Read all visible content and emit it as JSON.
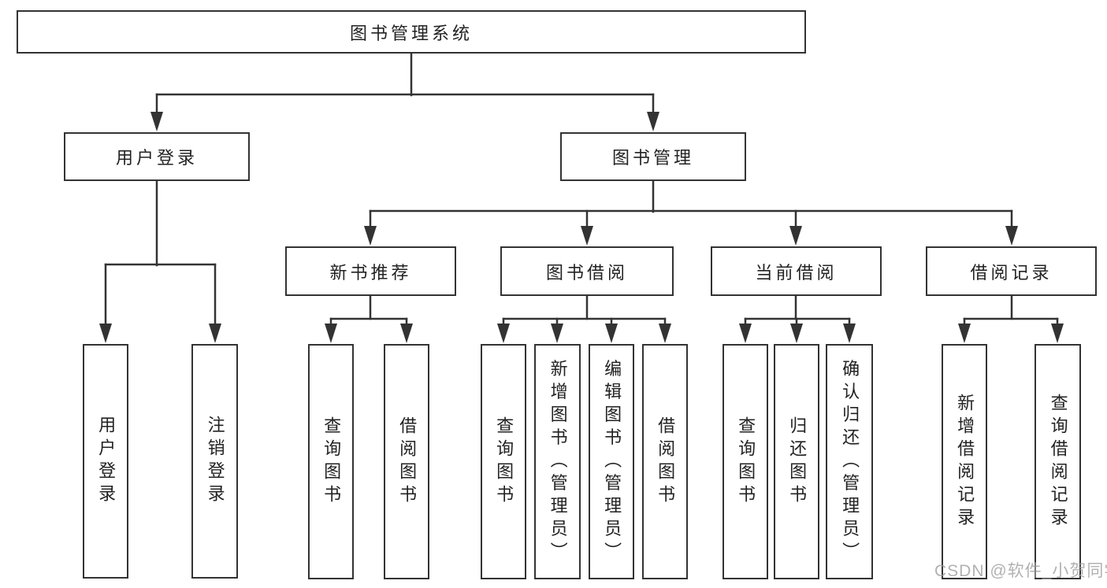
{
  "nodes": {
    "root": "图书管理系统",
    "user_login": "用户登录",
    "book_management": "图书管理",
    "new_book_recommend": "新书推荐",
    "book_borrowing": "图书借阅",
    "current_borrowing": "当前借阅",
    "borrowing_records": "借阅记录",
    "login_user_login": "用户登录",
    "login_logout": "注销登录",
    "recommend_query_books": "查询图书",
    "recommend_borrow_books": "借阅图书",
    "borrowing_query_books": "查询图书",
    "borrowing_add_books": "新增图书（管理员）",
    "borrowing_edit_books": "编辑图书（管理员）",
    "borrowing_borrow_books": "借阅图书",
    "current_query_books": "查询图书",
    "current_return_books": "归还图书",
    "current_confirm_return": "确认归还（管理员）",
    "records_add_record": "新增借阅记录",
    "records_query_record": "查询借阅记录"
  },
  "hierarchy": {
    "图书管理系统": {
      "用户登录": [
        "用户登录",
        "注销登录"
      ],
      "图书管理": {
        "新书推荐": [
          "查询图书",
          "借阅图书"
        ],
        "图书借阅": [
          "查询图书",
          "新增图书（管理员）",
          "编辑图书（管理员）",
          "借阅图书"
        ],
        "当前借阅": [
          "查询图书",
          "归还图书",
          "确认归还（管理员）"
        ],
        "借阅记录": [
          "新增借阅记录",
          "查询借阅记录"
        ]
      }
    }
  },
  "watermark": "CSDN @软件_小贺同学",
  "colors": {
    "line": "#333333",
    "box_border": "#333333",
    "text": "#222222",
    "background": "#ffffff",
    "watermark": "#9e9e9e"
  }
}
